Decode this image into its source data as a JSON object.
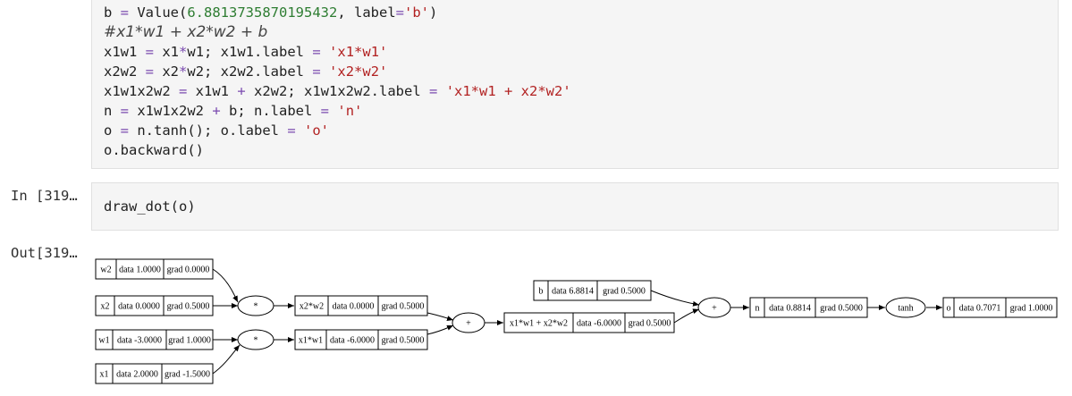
{
  "cells": {
    "top": {
      "lines": [
        [
          {
            "t": "b "
          },
          {
            "t": "=",
            "c": "c-op"
          },
          {
            "t": " Value("
          },
          {
            "t": "6.8813735870195432",
            "c": "c-num"
          },
          {
            "t": ", label"
          },
          {
            "t": "=",
            "c": "c-op"
          },
          {
            "t": "'b'",
            "c": "c-str"
          },
          {
            "t": ")"
          }
        ],
        [
          {
            "t": "#x1*w1 + x2*w2 + b",
            "c": "c-comment"
          }
        ],
        [
          {
            "t": "x1w1 "
          },
          {
            "t": "=",
            "c": "c-op"
          },
          {
            "t": " x1"
          },
          {
            "t": "*",
            "c": "c-op"
          },
          {
            "t": "w1; x1w1.label "
          },
          {
            "t": "=",
            "c": "c-op"
          },
          {
            "t": " "
          },
          {
            "t": "'x1*w1'",
            "c": "c-str"
          }
        ],
        [
          {
            "t": "x2w2 "
          },
          {
            "t": "=",
            "c": "c-op"
          },
          {
            "t": " x2"
          },
          {
            "t": "*",
            "c": "c-op"
          },
          {
            "t": "w2; x2w2.label "
          },
          {
            "t": "=",
            "c": "c-op"
          },
          {
            "t": " "
          },
          {
            "t": "'x2*w2'",
            "c": "c-str"
          }
        ],
        [
          {
            "t": "x1w1x2w2 "
          },
          {
            "t": "=",
            "c": "c-op"
          },
          {
            "t": " x1w1 "
          },
          {
            "t": "+",
            "c": "c-op"
          },
          {
            "t": " x2w2; x1w1x2w2.label "
          },
          {
            "t": "=",
            "c": "c-op"
          },
          {
            "t": " "
          },
          {
            "t": "'x1*w1 + x2*w2'",
            "c": "c-str"
          }
        ],
        [
          {
            "t": "n "
          },
          {
            "t": "=",
            "c": "c-op"
          },
          {
            "t": " x1w1x2w2 "
          },
          {
            "t": "+",
            "c": "c-op"
          },
          {
            "t": " b; n.label "
          },
          {
            "t": "=",
            "c": "c-op"
          },
          {
            "t": " "
          },
          {
            "t": "'n'",
            "c": "c-str"
          }
        ],
        [
          {
            "t": "o "
          },
          {
            "t": "=",
            "c": "c-op"
          },
          {
            "t": " n.tanh(); o.label "
          },
          {
            "t": "=",
            "c": "c-op"
          },
          {
            "t": " "
          },
          {
            "t": "'o'",
            "c": "c-str"
          }
        ],
        [
          {
            "t": "o.backward()"
          }
        ]
      ]
    },
    "mid": {
      "lines": [
        [
          {
            "t": "draw_dot(o)"
          }
        ]
      ]
    }
  },
  "prompts": {
    "in": "In [319…",
    "out": "Out[319…"
  },
  "graph": {
    "nodes": [
      {
        "id": "w2",
        "label": "w2",
        "data": "data 1.0000",
        "grad": "grad 0.0000"
      },
      {
        "id": "x2",
        "label": "x2",
        "data": "data 0.0000",
        "grad": "grad 0.5000"
      },
      {
        "id": "w1",
        "label": "w1",
        "data": "data -3.0000",
        "grad": "grad 1.0000"
      },
      {
        "id": "x1",
        "label": "x1",
        "data": "data 2.0000",
        "grad": "grad -1.5000"
      },
      {
        "id": "x2w2",
        "label": "x2*w2",
        "data": "data 0.0000",
        "grad": "grad 0.5000"
      },
      {
        "id": "x1w1",
        "label": "x1*w1",
        "data": "data -6.0000",
        "grad": "grad 0.5000"
      },
      {
        "id": "sum",
        "label": "x1*w1 + x2*w2",
        "data": "data -6.0000",
        "grad": "grad 0.5000"
      },
      {
        "id": "b",
        "label": "b",
        "data": "data 6.8814",
        "grad": "grad 0.5000"
      },
      {
        "id": "n",
        "label": "n",
        "data": "data 0.8814",
        "grad": "grad 0.5000"
      },
      {
        "id": "o",
        "label": "o",
        "data": "data 0.7071",
        "grad": "grad 1.0000"
      }
    ],
    "ops": [
      {
        "id": "mul2",
        "label": "*"
      },
      {
        "id": "mul1",
        "label": "*"
      },
      {
        "id": "add1",
        "label": "+"
      },
      {
        "id": "add2",
        "label": "+"
      },
      {
        "id": "tanh",
        "label": "tanh"
      }
    ]
  }
}
